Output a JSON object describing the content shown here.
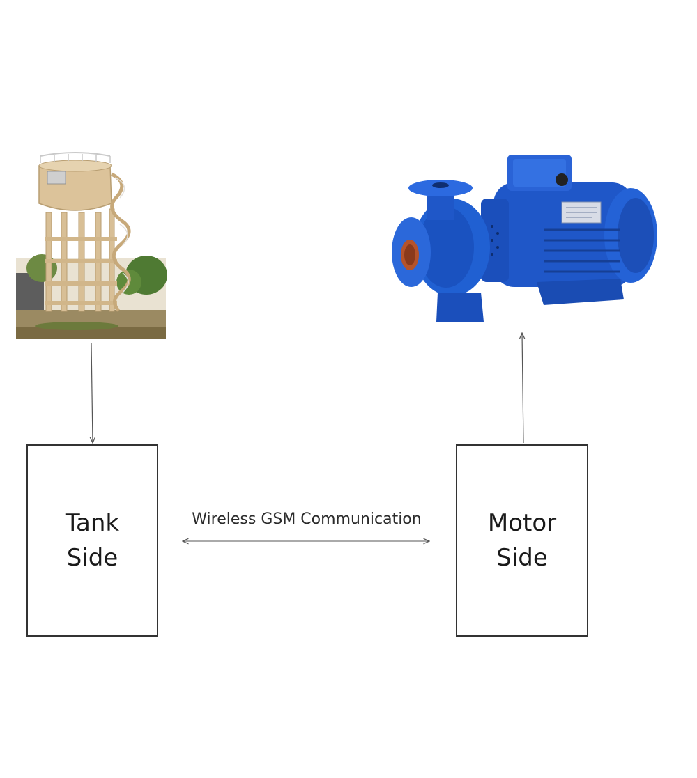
{
  "tank_block": {
    "line1": "Tank",
    "line2": "Side"
  },
  "motor_block": {
    "line1": "Motor",
    "line2": "Side"
  },
  "link": {
    "label": "Wireless GSM Communication"
  },
  "colors": {
    "pump_blue": "#1f57c8",
    "pump_dark": "#163f95",
    "tank_beige": "#d8bf96",
    "ground": "#8a7a55",
    "foliage": "#4f7a33",
    "line": "#555555"
  },
  "illustrations": {
    "left": "water-tower",
    "right": "centrifugal-pump-motor"
  }
}
